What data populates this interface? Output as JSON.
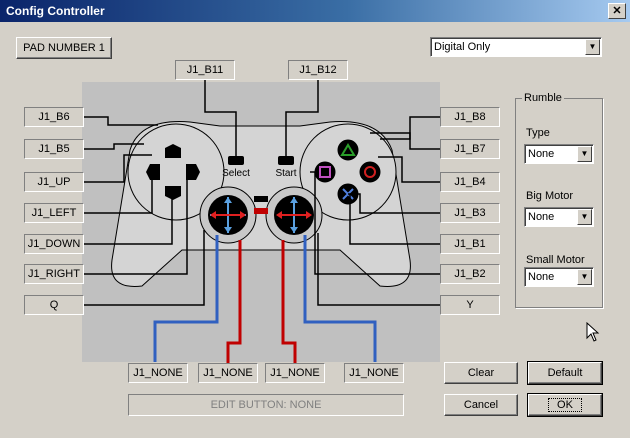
{
  "window": {
    "title": "Config Controller",
    "close_glyph": "✕"
  },
  "pad_number_button": "PAD NUMBER 1",
  "mode_select": {
    "value": "Digital Only"
  },
  "bindings": {
    "top_left": "J1_B11",
    "top_right": "J1_B12",
    "left": [
      "J1_B6",
      "J1_B5",
      "J1_UP",
      "J1_LEFT",
      "J1_DOWN",
      "J1_RIGHT",
      "Q"
    ],
    "right": [
      "J1_B8",
      "J1_B7",
      "J1_B4",
      "J1_B3",
      "J1_B1",
      "J1_B2",
      "Y"
    ],
    "bottom": [
      "J1_NONE",
      "J1_NONE",
      "J1_NONE",
      "J1_NONE"
    ]
  },
  "controller_labels": {
    "select": "Select",
    "start": "Start"
  },
  "rumble": {
    "title": "Rumble",
    "type_label": "Type",
    "type_value": "None",
    "big_label": "Big Motor",
    "big_value": "None",
    "small_label": "Small Motor",
    "small_value": "None"
  },
  "edit_status": "EDIT BUTTON: NONE",
  "buttons": {
    "clear": "Clear",
    "default": "Default",
    "cancel": "Cancel",
    "ok": "OK"
  },
  "colors": {
    "pad_bg": "#c0c0c0",
    "wire_red": "#c00000",
    "wire_blue": "#3060c0"
  }
}
